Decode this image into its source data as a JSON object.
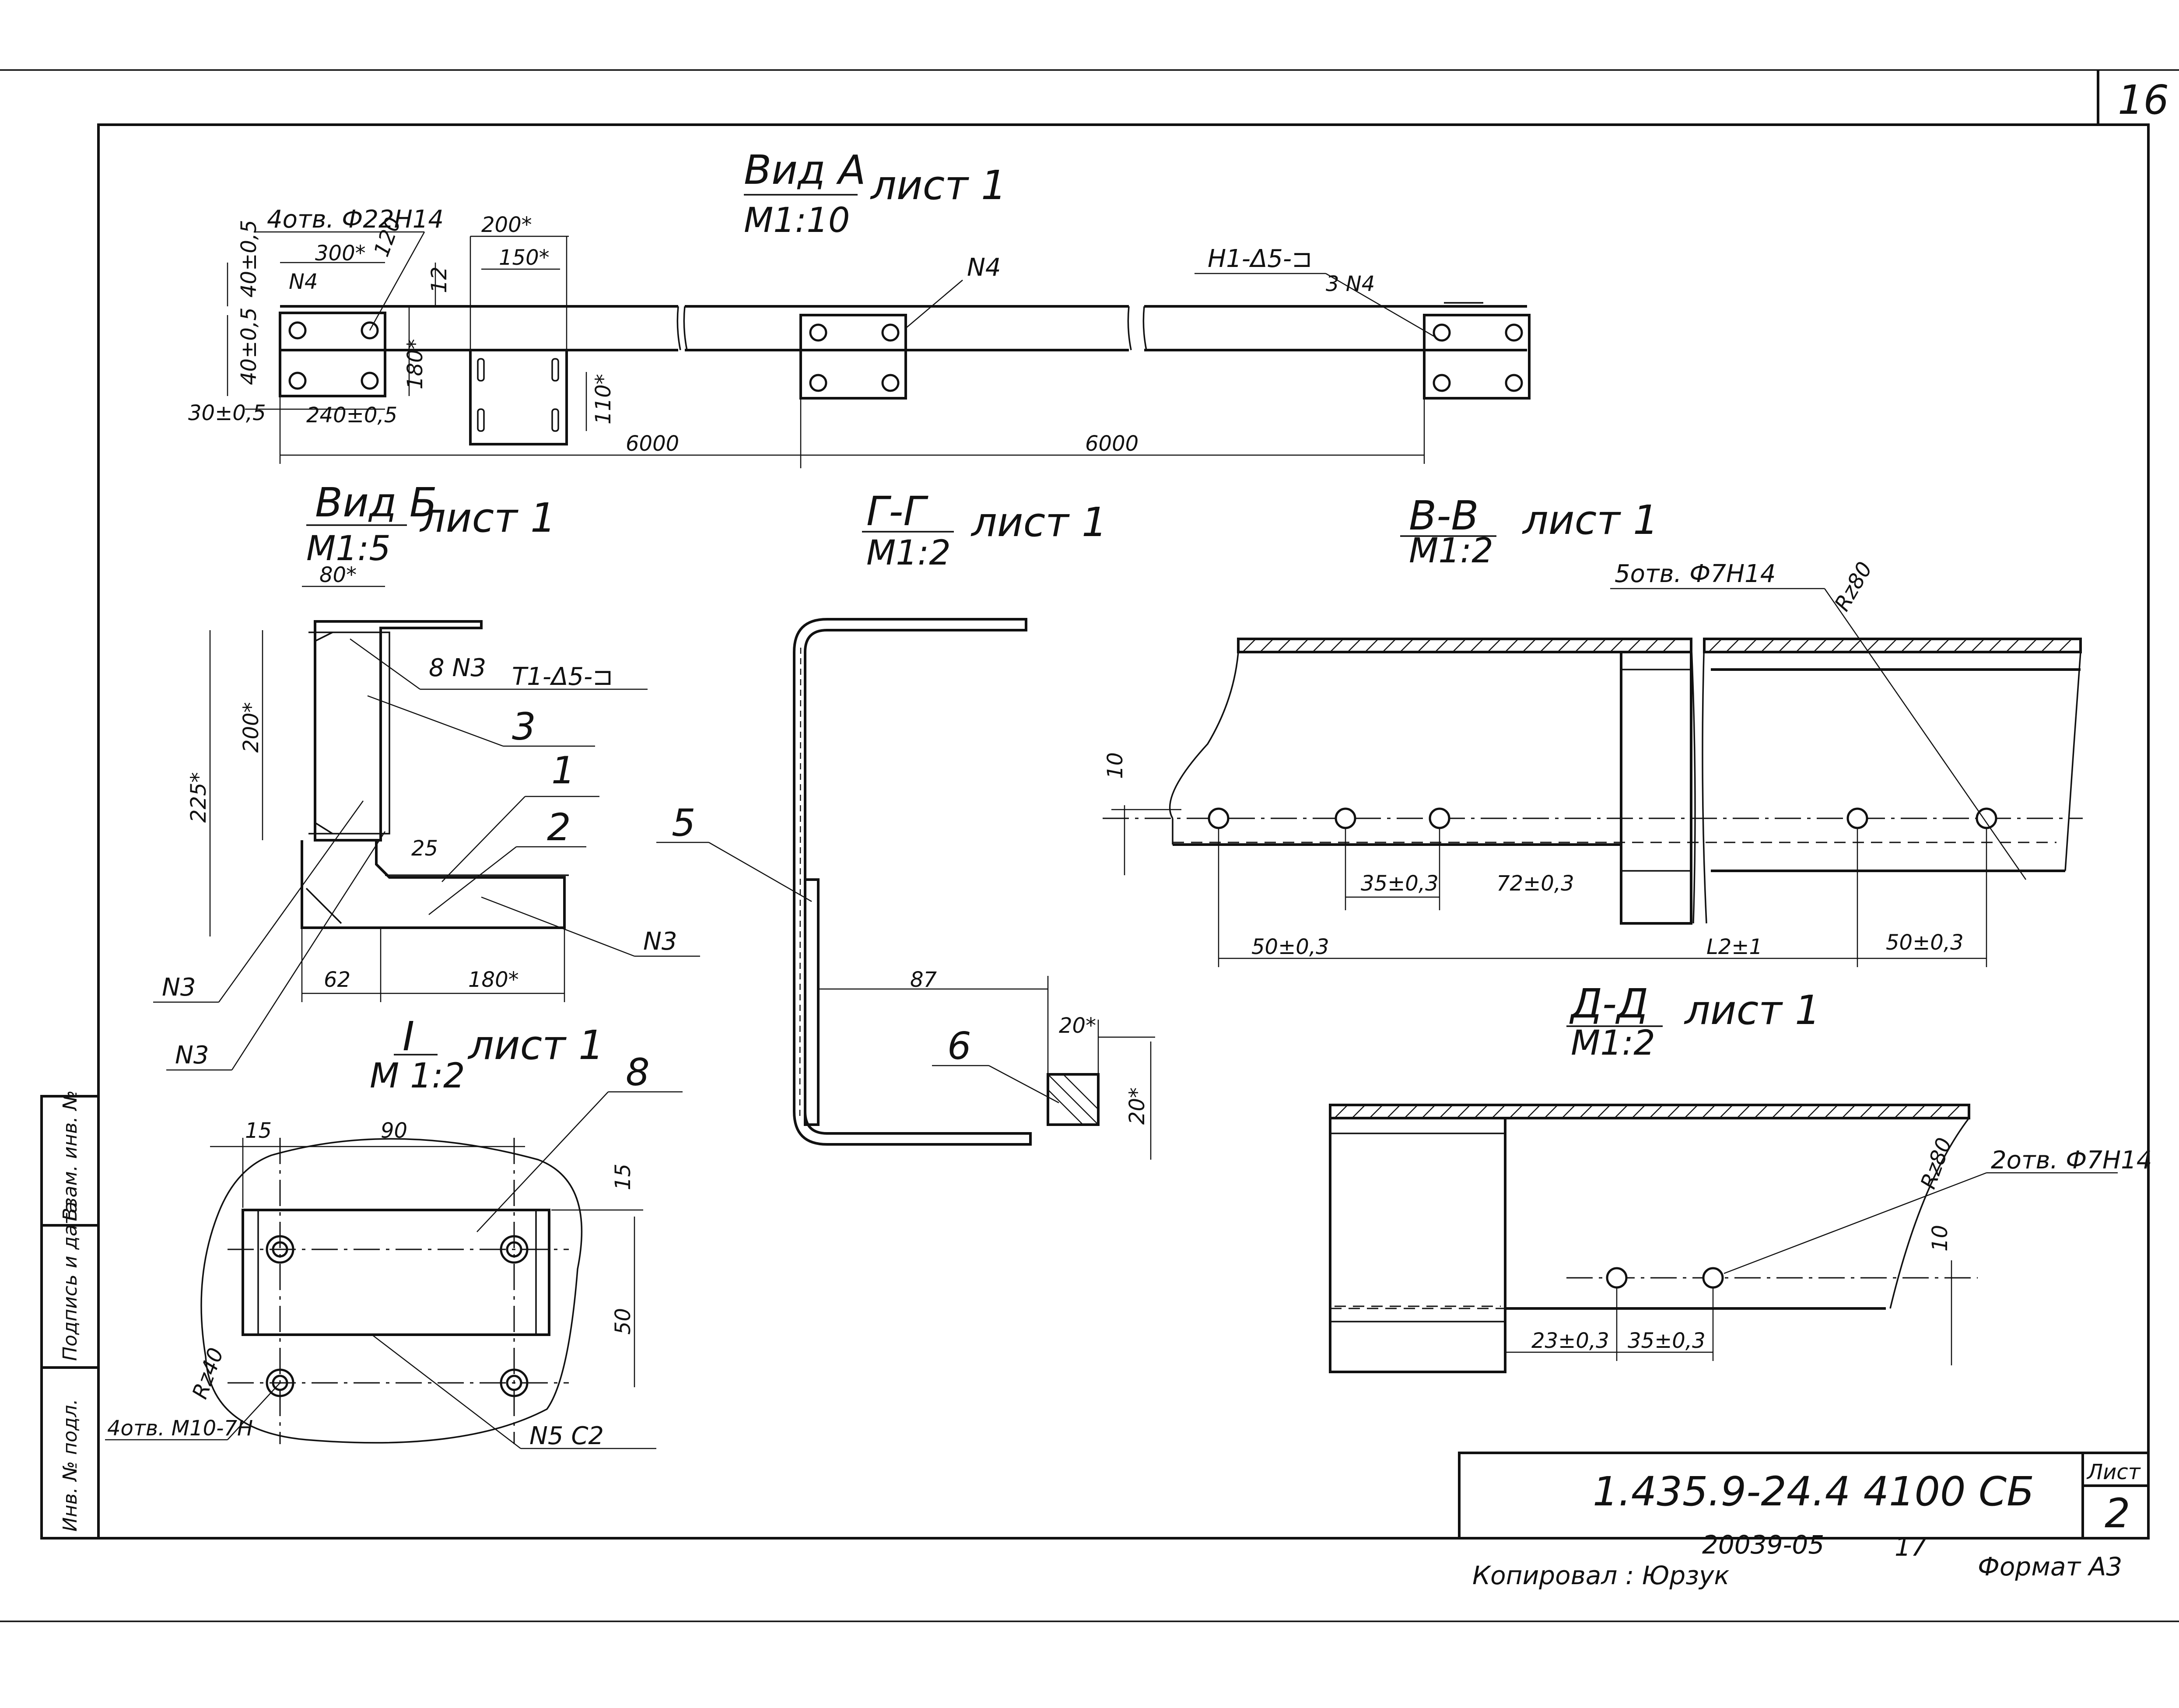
{
  "page_number": "16",
  "views": {
    "vid_a": {
      "title": "Вид А",
      "scale": "М1:10",
      "sheet": "лист 1"
    },
    "vid_b": {
      "title": "Вид Б",
      "scale": "М1:5",
      "sheet": "лист 1"
    },
    "g_g": {
      "title": "Г-Г",
      "scale": "М1:2",
      "sheet": "лист 1"
    },
    "v_v": {
      "title": "В-В",
      "scale": "М1:2",
      "sheet": "лист 1"
    },
    "d_d": {
      "title": "Д-Д",
      "scale": "М1:2",
      "sheet": "лист 1"
    },
    "i": {
      "title": "I",
      "scale": "М 1:2",
      "sheet": "лист 1"
    }
  },
  "notes": {
    "holes_a": "4отв. Ф22Н14",
    "holes_v": "5отв. Ф7Н14",
    "holes_d": "2отв. Ф7Н14",
    "holes_i": "4отв. М10-7Н",
    "weld_a": "Н1-Δ5-⊐",
    "weld_b": "Т1-Δ5-⊐",
    "n4_a": "N4",
    "n4_b": "N4",
    "n4_c": "3 N4",
    "n3_b": "8 N3",
    "n3_1": "N3",
    "n3_2": "N3",
    "n3_3": "N3",
    "n5_c2": "N5  С2",
    "rz80_a": "Rz80",
    "rz80_b": "Rz80",
    "rz40": "Rz40"
  },
  "dims_a": {
    "d300": "300*",
    "d120": "120",
    "d40a": "40±0,5",
    "d40b": "40±0,5",
    "d200": "200*",
    "d150": "150*",
    "d12": "12",
    "d180": "180*",
    "d110": "110*",
    "d30": "30±0,5",
    "d240": "240±0,5",
    "d6000a": "6000",
    "d6000b": "6000"
  },
  "dims_b": {
    "d80": "80*",
    "d200": "200*",
    "d225": "225*",
    "d25": "25",
    "d62": "62",
    "d180": "180*"
  },
  "dims_g": {
    "d87": "87",
    "d20a": "20*",
    "d20b": "20*"
  },
  "dims_v": {
    "d10": "10",
    "d35": "35±0,3",
    "d72": "72±0,3",
    "d50a": "50±0,3",
    "dl2": "L2±1",
    "d50b": "50±0,3"
  },
  "dims_d": {
    "d10": "10",
    "d23": "23±0,3",
    "d35": "35±0,3"
  },
  "dims_i": {
    "d15a": "15",
    "d90": "90",
    "d15b": "15",
    "d50": "50"
  },
  "positions": {
    "p1": "1",
    "p2": "2",
    "p3": "3",
    "p5": "5",
    "p6": "6",
    "p8": "8"
  },
  "side_stamp": [
    "Инв. № подл.",
    "Подпись и дата",
    "Взам. инв. №"
  ],
  "title_block": {
    "code": "1.435.9-24.4   4100 СБ",
    "sheet_label": "Лист",
    "sheet_no": "2"
  },
  "footer": {
    "copied": "Копировал : Юрзук",
    "order": "20039-05",
    "num": "17",
    "format": "Формат А3"
  }
}
